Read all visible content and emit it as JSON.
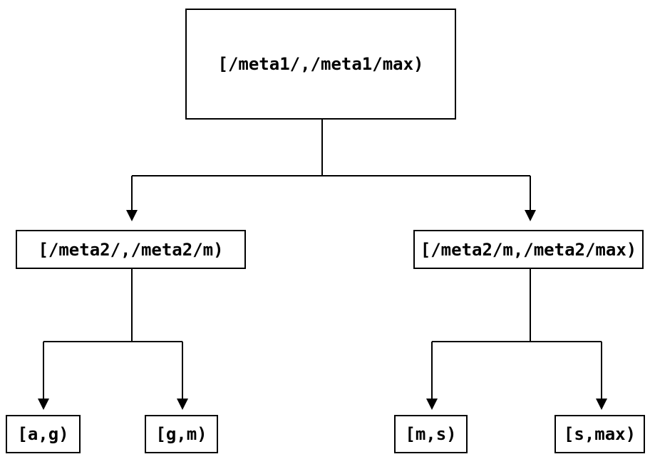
{
  "diagram": {
    "type": "tree",
    "colors": {
      "background": "#ffffff",
      "line": "#000000",
      "box_border": "#000000",
      "box_fill": "#ffffff",
      "text": "#000000"
    },
    "nodes": {
      "root": {
        "label": "[/meta1/,/meta1/max)"
      },
      "left": {
        "label": "[/meta2/,/meta2/m)"
      },
      "right": {
        "label": "[/meta2/m,/meta2/max)"
      },
      "leaf_ag": {
        "label": "[a,g)"
      },
      "leaf_gm": {
        "label": "[g,m)"
      },
      "leaf_ms": {
        "label": "[m,s)"
      },
      "leaf_smax": {
        "label": "[s,max)"
      }
    },
    "edges": [
      {
        "from": "root",
        "to": "left"
      },
      {
        "from": "root",
        "to": "right"
      },
      {
        "from": "left",
        "to": "leaf_ag"
      },
      {
        "from": "left",
        "to": "leaf_gm"
      },
      {
        "from": "right",
        "to": "leaf_ms"
      },
      {
        "from": "right",
        "to": "leaf_smax"
      }
    ]
  }
}
